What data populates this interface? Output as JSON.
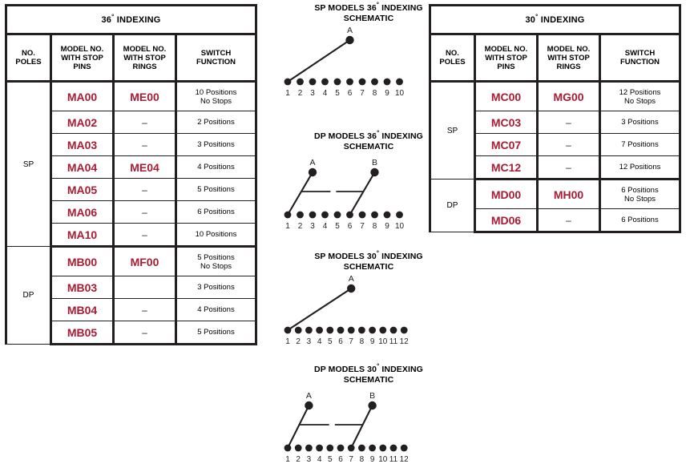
{
  "tables": [
    {
      "id": "table-36",
      "title": "36° INDEXING",
      "columns": [
        "NO.\nPOLES",
        "MODEL NO.\nWITH STOP\nPINS",
        "MODEL NO.\nWITH STOP\nRINGS",
        "SWITCH\nFUNCTION"
      ],
      "groups": [
        {
          "poles": "SP",
          "rows": [
            {
              "pins": "MA00",
              "rings": "ME00",
              "function": "10 Positions\nNo Stops"
            },
            {
              "pins": "MA02",
              "rings": "–",
              "function": "2 Positions"
            },
            {
              "pins": "MA03",
              "rings": "–",
              "function": "3 Positions"
            },
            {
              "pins": "MA04",
              "rings": "ME04",
              "function": "4 Positions"
            },
            {
              "pins": "MA05",
              "rings": "–",
              "function": "5 Positions"
            },
            {
              "pins": "MA06",
              "rings": "–",
              "function": "6 Positions"
            },
            {
              "pins": "MA10",
              "rings": "–",
              "function": "10 Positions"
            }
          ]
        },
        {
          "poles": "DP",
          "rows": [
            {
              "pins": "MB00",
              "rings": "MF00",
              "function": "5 Positions\nNo Stops"
            },
            {
              "pins": "MB03",
              "rings": "",
              "function": "3 Positions"
            },
            {
              "pins": "MB04",
              "rings": "–",
              "function": "4 Positions"
            },
            {
              "pins": "MB05",
              "rings": "–",
              "function": "5 Positions"
            }
          ]
        }
      ]
    },
    {
      "id": "table-30",
      "title": "30° INDEXING",
      "columns": [
        "NO.\nPOLES",
        "MODEL NO.\nWITH STOP\nPINS",
        "MODEL NO.\nWITH STOP\nRINGS",
        "SWITCH\nFUNCTION"
      ],
      "groups": [
        {
          "poles": "SP",
          "rows": [
            {
              "pins": "MC00",
              "rings": "MG00",
              "function": "12 Positions\nNo Stops"
            },
            {
              "pins": "MC03",
              "rings": "–",
              "function": "3 Positions"
            },
            {
              "pins": "MC07",
              "rings": "–",
              "function": "7 Positions"
            },
            {
              "pins": "MC12",
              "rings": "–",
              "function": "12 Positions"
            }
          ]
        },
        {
          "poles": "DP",
          "rows": [
            {
              "pins": "MD00",
              "rings": "MH00",
              "function": "6 Positions\nNo Stops"
            },
            {
              "pins": "MD06",
              "rings": "–",
              "function": "6 Positions"
            }
          ]
        }
      ]
    }
  ],
  "schematics": [
    {
      "id": "sp-36",
      "title_line1": "SP MODELS 36° INDEXING",
      "title_line2": "SCHEMATIC",
      "terminal_count": 10,
      "terminal_labels": [
        "1",
        "2",
        "3",
        "4",
        "5",
        "6",
        "7",
        "8",
        "9",
        "10"
      ],
      "wipers": [
        {
          "label": "A",
          "pivot_terminal": 6,
          "contact_terminal": 1
        }
      ],
      "ganged": false
    },
    {
      "id": "dp-36",
      "title_line1": "DP MODELS 36° INDEXING",
      "title_line2": "SCHEMATIC",
      "terminal_count": 10,
      "terminal_labels": [
        "1",
        "2",
        "3",
        "4",
        "5",
        "6",
        "7",
        "8",
        "9",
        "10"
      ],
      "wipers": [
        {
          "label": "A",
          "pivot_terminal": 3,
          "contact_terminal": 1
        },
        {
          "label": "B",
          "pivot_terminal": 8,
          "contact_terminal": 6
        }
      ],
      "ganged": true
    },
    {
      "id": "sp-30",
      "title_line1": "SP MODELS 30° INDEXING",
      "title_line2": "SCHEMATIC",
      "terminal_count": 12,
      "terminal_labels": [
        "1",
        "2",
        "3",
        "4",
        "5",
        "6",
        "7",
        "8",
        "9",
        "10",
        "11",
        "12"
      ],
      "wipers": [
        {
          "label": "A",
          "pivot_terminal": 7,
          "contact_terminal": 1
        }
      ],
      "ganged": false
    },
    {
      "id": "dp-30",
      "title_line1": "DP MODELS 30° INDEXING",
      "title_line2": "SCHEMATIC",
      "terminal_count": 12,
      "terminal_labels": [
        "1",
        "2",
        "3",
        "4",
        "5",
        "6",
        "7",
        "8",
        "9",
        "10",
        "11",
        "12"
      ],
      "wipers": [
        {
          "label": "A",
          "pivot_terminal": 3,
          "contact_terminal": 1
        },
        {
          "label": "B",
          "pivot_terminal": 9,
          "contact_terminal": 7
        }
      ],
      "ganged": true
    }
  ],
  "colors": {
    "model_red": "#a61c32",
    "rule": "#231f20",
    "background": "#ffffff"
  }
}
